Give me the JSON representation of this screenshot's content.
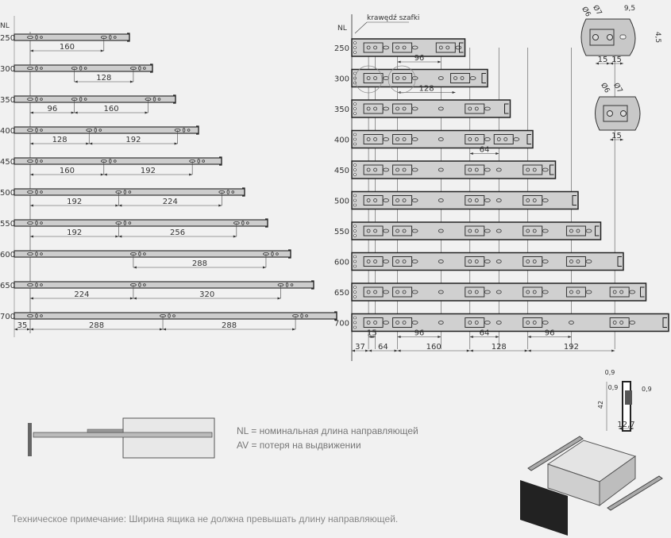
{
  "left": {
    "nl_label": "NL",
    "rails": [
      {
        "nl": "250",
        "holes": [
          0,
          160
        ],
        "dims": [
          {
            "a": 0,
            "b": 160,
            "label": "160"
          }
        ]
      },
      {
        "nl": "300",
        "holes": [
          0,
          96,
          224
        ],
        "dims": [
          {
            "a": 96,
            "b": 224,
            "label": "128"
          }
        ]
      },
      {
        "nl": "350",
        "holes": [
          0,
          96,
          256
        ],
        "dims": [
          {
            "a": 0,
            "b": 96,
            "label": "96"
          },
          {
            "a": 96,
            "b": 256,
            "label": "160"
          }
        ]
      },
      {
        "nl": "400",
        "holes": [
          0,
          128,
          320
        ],
        "dims": [
          {
            "a": 0,
            "b": 128,
            "label": "128"
          },
          {
            "a": 128,
            "b": 320,
            "label": "192"
          }
        ]
      },
      {
        "nl": "450",
        "holes": [
          0,
          160,
          352
        ],
        "dims": [
          {
            "a": 0,
            "b": 160,
            "label": "160"
          },
          {
            "a": 160,
            "b": 352,
            "label": "192"
          }
        ]
      },
      {
        "nl": "500",
        "holes": [
          0,
          192,
          416
        ],
        "dims": [
          {
            "a": 0,
            "b": 192,
            "label": "192"
          },
          {
            "a": 192,
            "b": 416,
            "label": "224"
          }
        ]
      },
      {
        "nl": "550",
        "holes": [
          0,
          192,
          448
        ],
        "dims": [
          {
            "a": 0,
            "b": 192,
            "label": "192"
          },
          {
            "a": 192,
            "b": 448,
            "label": "256"
          }
        ]
      },
      {
        "nl": "600",
        "holes": [
          0,
          224,
          512
        ],
        "dims": [
          {
            "a": 224,
            "b": 512,
            "label": "288"
          }
        ]
      },
      {
        "nl": "650",
        "holes": [
          0,
          224,
          544
        ],
        "dims": [
          {
            "a": 0,
            "b": 224,
            "label": "224"
          },
          {
            "a": 224,
            "b": 544,
            "label": "320"
          }
        ]
      },
      {
        "nl": "700",
        "holes": [
          0,
          288,
          576
        ],
        "dims": [
          {
            "a": -35,
            "b": 0,
            "label": "35"
          },
          {
            "a": 0,
            "b": 288,
            "label": "288"
          },
          {
            "a": 288,
            "b": 576,
            "label": "288"
          }
        ]
      }
    ]
  },
  "right": {
    "nl_label": "NL",
    "edge_label": "krawędź szafki",
    "rails": [
      {
        "nl": "250",
        "brackets": [
          37,
          101,
          197
        ],
        "dims": [
          {
            "a": 101,
            "b": 197,
            "label": "96"
          }
        ]
      },
      {
        "nl": "300",
        "brackets": [
          37,
          101,
          229
        ],
        "dims": [
          {
            "a": 101,
            "b": 229,
            "label": "128"
          }
        ]
      },
      {
        "nl": "350",
        "brackets": [
          37,
          101,
          261
        ],
        "dims": []
      },
      {
        "nl": "400",
        "brackets": [
          37,
          101,
          261,
          325
        ],
        "dims": [
          {
            "a": 261,
            "b": 325,
            "label": "64"
          }
        ]
      },
      {
        "nl": "450",
        "brackets": [
          37,
          101,
          261,
          389
        ],
        "dims": []
      },
      {
        "nl": "500",
        "brackets": [
          37,
          101,
          261,
          389
        ],
        "dims": []
      },
      {
        "nl": "550",
        "brackets": [
          37,
          101,
          261,
          389,
          485
        ],
        "dims": []
      },
      {
        "nl": "600",
        "brackets": [
          37,
          101,
          261,
          389,
          485
        ],
        "dims": []
      },
      {
        "nl": "650",
        "brackets": [
          37,
          101,
          261,
          389,
          485,
          581
        ],
        "dims": []
      },
      {
        "nl": "700",
        "brackets": [
          37,
          101,
          261,
          389,
          581
        ],
        "dims": [
          {
            "a": 37,
            "b": 52,
            "label": "15"
          },
          {
            "a": 101,
            "b": 197,
            "label": "96"
          },
          {
            "a": 261,
            "b": 325,
            "label": "64"
          },
          {
            "a": 389,
            "b": 485,
            "label": "96"
          }
        ]
      }
    ],
    "bottom_dims": [
      {
        "a": 0,
        "b": 37,
        "label": "37"
      },
      {
        "a": 37,
        "b": 101,
        "label": "64"
      },
      {
        "a": 101,
        "b": 261,
        "label": "160"
      },
      {
        "a": 261,
        "b": 389,
        "label": "128"
      },
      {
        "a": 389,
        "b": 581,
        "label": "192"
      }
    ]
  },
  "detail": {
    "d6": "Ø6",
    "d7": "Ø7",
    "w95": "9,5",
    "h45": "4,5",
    "s15a": "15",
    "s15b": "15",
    "s15c": "15"
  },
  "profile": {
    "t1": "0,9",
    "t2": "0,9",
    "t3": "0,9",
    "height": "42",
    "width": "12,7"
  },
  "legend": {
    "nl": "NL = номинальная длина направляющей",
    "av": "AV = потеря на выдвижении"
  },
  "note": "Техническое примечание: Ширина ящика не должна превышать длину направляющей."
}
